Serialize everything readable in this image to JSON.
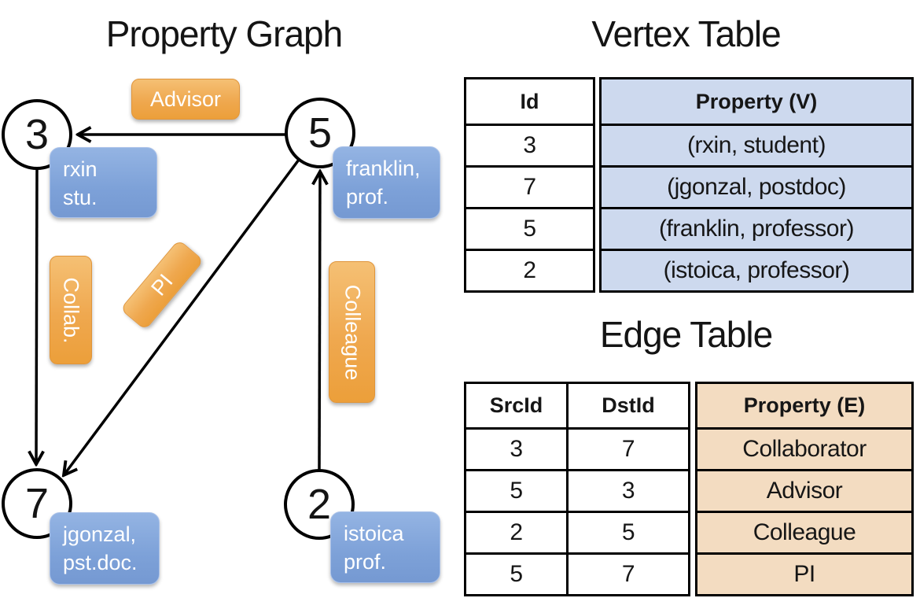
{
  "graph": {
    "title": "Property Graph",
    "nodes": [
      {
        "id": "3"
      },
      {
        "id": "5"
      },
      {
        "id": "7"
      },
      {
        "id": "2"
      }
    ],
    "vertex_boxes": [
      {
        "line1": "rxin",
        "line2": "stu."
      },
      {
        "line1": "franklin,",
        "line2": "prof."
      },
      {
        "line1": "jgonzal,",
        "line2": "pst.doc."
      },
      {
        "line1": "istoica",
        "line2": "prof."
      }
    ],
    "edge_labels": [
      {
        "label": "Advisor"
      },
      {
        "label": "Collab."
      },
      {
        "label": "PI"
      },
      {
        "label": "Colleague"
      }
    ]
  },
  "vertex_table": {
    "title": "Vertex Table",
    "headers": {
      "id": "Id",
      "property": "Property (V)"
    },
    "rows": [
      {
        "id": "3",
        "property": "(rxin, student)"
      },
      {
        "id": "7",
        "property": "(jgonzal, postdoc)"
      },
      {
        "id": "5",
        "property": "(franklin, professor)"
      },
      {
        "id": "2",
        "property": "(istoica, professor)"
      }
    ]
  },
  "edge_table": {
    "title": "Edge Table",
    "headers": {
      "src": "SrcId",
      "dst": "DstId",
      "property": "Property (E)"
    },
    "rows": [
      {
        "src": "3",
        "dst": "7",
        "property": "Collaborator"
      },
      {
        "src": "5",
        "dst": "3",
        "property": "Advisor"
      },
      {
        "src": "2",
        "dst": "5",
        "property": "Colleague"
      },
      {
        "src": "5",
        "dst": "7",
        "property": "PI"
      }
    ]
  },
  "colors": {
    "pill_orange_light": "#f5c074",
    "pill_orange_dark": "#ec9f3a",
    "box_blue_light": "#94b4e3",
    "box_blue_dark": "#7599d2",
    "table_blue": "#cdd9ee",
    "table_orange": "#f3dcc1"
  }
}
